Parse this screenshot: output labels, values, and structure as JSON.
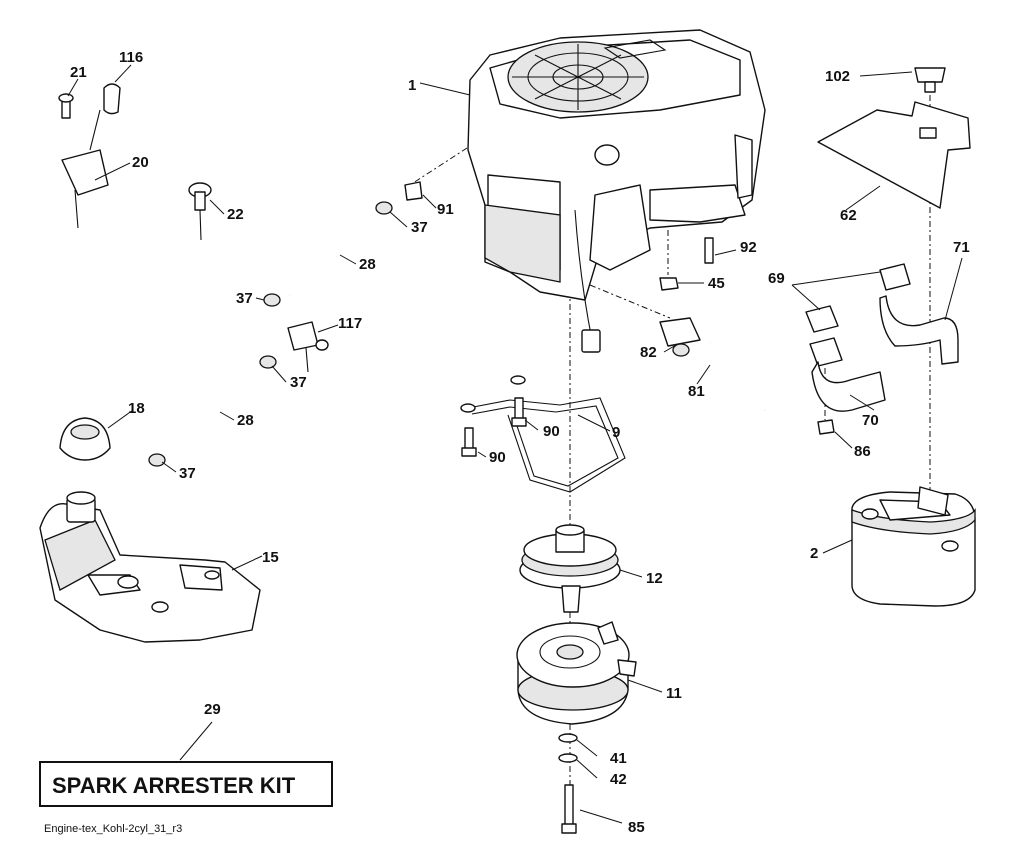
{
  "callouts": {
    "c1": "1",
    "c2": "2",
    "c9": "9",
    "c11": "11",
    "c12": "12",
    "c15": "15",
    "c18": "18",
    "c20": "20",
    "c21": "21",
    "c22": "22",
    "c28a": "28",
    "c28b": "28",
    "c29": "29",
    "c37a": "37",
    "c37b": "37",
    "c37c": "37",
    "c37d": "37",
    "c41": "41",
    "c42": "42",
    "c45": "45",
    "c62": "62",
    "c69": "69",
    "c70": "70",
    "c71": "71",
    "c81": "81",
    "c82": "82",
    "c85": "85",
    "c86": "86",
    "c90a": "90",
    "c90b": "90",
    "c91": "91",
    "c92": "92",
    "c102": "102",
    "c116": "116",
    "c117": "117"
  },
  "kit_label": "SPARK ARRESTER KIT",
  "reference": "Engine-tex_Kohl-2cyl_31_r3"
}
